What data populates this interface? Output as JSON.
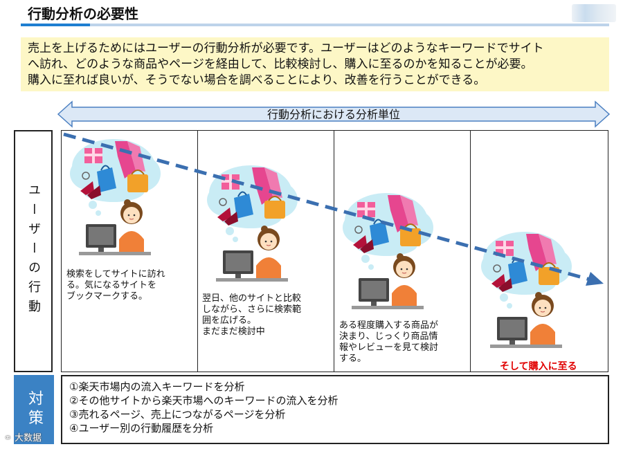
{
  "title": "行動分析の必要性",
  "intro": {
    "lines": [
      "売上を上げるためにはユーザーの行動分析が必要です。ユーザーはどのようなキーワードでサイト",
      "へ訪れ、どのような商品やページを経由して、比較検討し、購入に至るのかを知ることが必要。",
      "購入に至れば良いが、そうでない場合を調べることにより、改善を行うことができる。"
    ]
  },
  "analysis_unit_label": "行動分析における分析単位",
  "side_label": "ユーザーの行動",
  "stages": [
    {
      "lines": [
        "検索をしてサイトに訪れ",
        "る。気になるサイトを",
        "ブックマークする。"
      ]
    },
    {
      "lines": [
        "翌日、他のサイトと比較",
        "しながら、さらに検索範",
        "囲を広げる。",
        "まだまだ検討中"
      ]
    },
    {
      "lines": [
        "ある程度購入する商品が",
        "決まり、じっくり商品情",
        "報やレビューを見て検討",
        "する。"
      ]
    }
  ],
  "final_stage": "そして購入に至る",
  "measures_label": "対策",
  "measures": [
    "①楽天市場内の流入キーワードを分析",
    "②その他サイトから楽天市場へのキーワードの流入を分析",
    "③売れるページ、売上につながるページを分析",
    "④ユーザー別の行動履歴を分析"
  ],
  "watermark": "大数据",
  "colors": {
    "accent_blue": "#1e7fd1",
    "intro_bg": "#fdf7c6",
    "arrow_fill": "#dce8f6",
    "trend_arrow": "#3b6fb0",
    "final_red": "#e00000",
    "measures_bg": "#3b82c4"
  },
  "icons": [
    "shopping-thought-cloud",
    "woman-at-computer"
  ]
}
